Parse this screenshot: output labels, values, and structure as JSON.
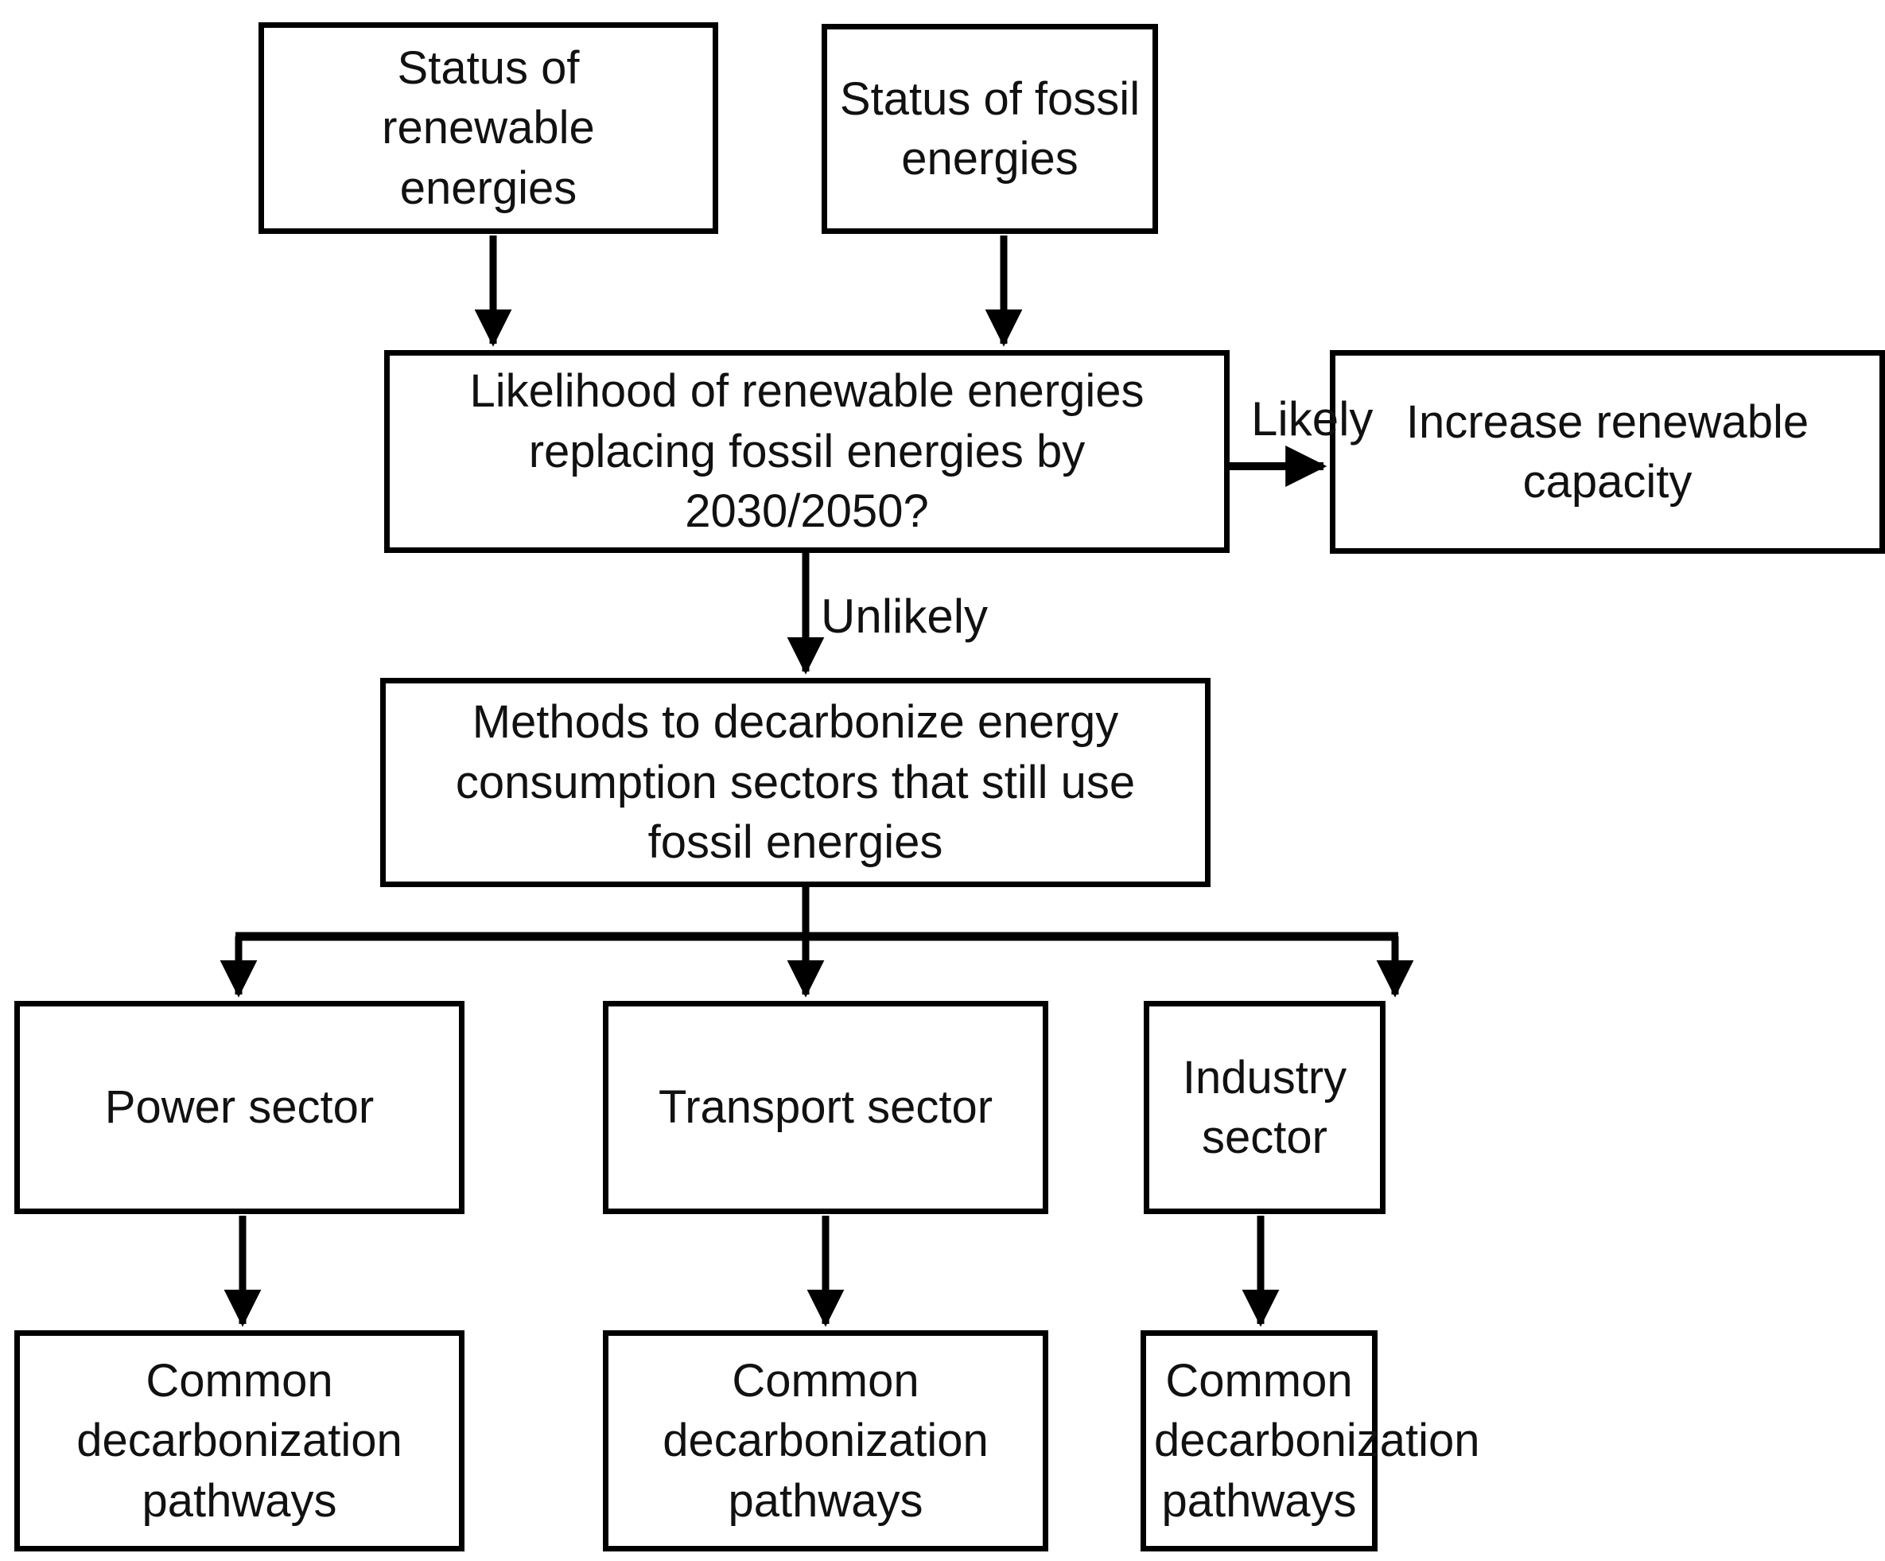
{
  "diagram": {
    "title": "Decarbonization decision flowchart",
    "background": "#ffffff",
    "line_color": "#000000",
    "text_color": "#111111",
    "nodes": {
      "status_renewable": "Status of\nrenewable\nenergies",
      "status_fossil": "Status of fossil\nenergies",
      "likelihood": "Likelihood of renewable energies\nreplacing  fossil energies by\n2030/2050?",
      "increase_capacity": "Increase renewable\ncapacity",
      "methods": "Methods to decarbonize energy\nconsumption sectors that still use\nfossil energies",
      "power_sector": "Power sector",
      "transport_sector": "Transport sector",
      "industry_sector": "Industry sector",
      "pathways_power": "Common\ndecarbonization\npathways",
      "pathways_transport": "Common\ndecarbonization\npathways",
      "pathways_industry": "Common\ndecarbonization\npathways"
    },
    "edge_labels": {
      "likely": "Likely",
      "unlikely": "Unlikely"
    },
    "edges": [
      {
        "from": "status_renewable",
        "to": "likelihood",
        "label": ""
      },
      {
        "from": "status_fossil",
        "to": "likelihood",
        "label": ""
      },
      {
        "from": "likelihood",
        "to": "increase_capacity",
        "label": "Likely"
      },
      {
        "from": "likelihood",
        "to": "methods",
        "label": "Unlikely"
      },
      {
        "from": "methods",
        "to": "power_sector",
        "label": ""
      },
      {
        "from": "methods",
        "to": "transport_sector",
        "label": ""
      },
      {
        "from": "methods",
        "to": "industry_sector",
        "label": ""
      },
      {
        "from": "power_sector",
        "to": "pathways_power",
        "label": ""
      },
      {
        "from": "transport_sector",
        "to": "pathways_transport",
        "label": ""
      },
      {
        "from": "industry_sector",
        "to": "pathways_industry",
        "label": ""
      }
    ]
  }
}
